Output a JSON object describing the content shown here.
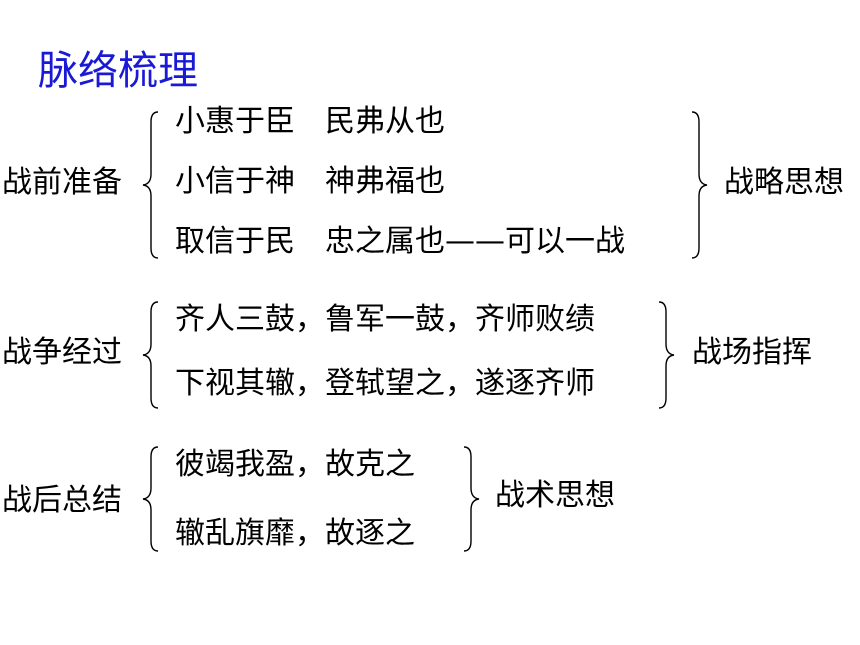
{
  "title": "脉络梳理",
  "sections": [
    {
      "label": "战前准备",
      "lines": [
        {
          "a": "小惠于臣",
          "b": "民弗从也"
        },
        {
          "a": "小信于神",
          "b": "神弗福也"
        },
        {
          "a": "取信于民",
          "b": "忠之属也——可以一战"
        }
      ],
      "summary": "战略思想"
    },
    {
      "label": "战争经过",
      "lines": [
        {
          "text": "齐人三鼓，鲁军一鼓，齐师败绩"
        },
        {
          "text": "下视其辙，登轼望之，遂逐齐师"
        }
      ],
      "summary": "战场指挥"
    },
    {
      "label": "战后总结",
      "lines": [
        {
          "text": "彼竭我盈，故克之"
        },
        {
          "text": "辙乱旗靡，故逐之"
        }
      ],
      "summary": "战术思想"
    }
  ]
}
